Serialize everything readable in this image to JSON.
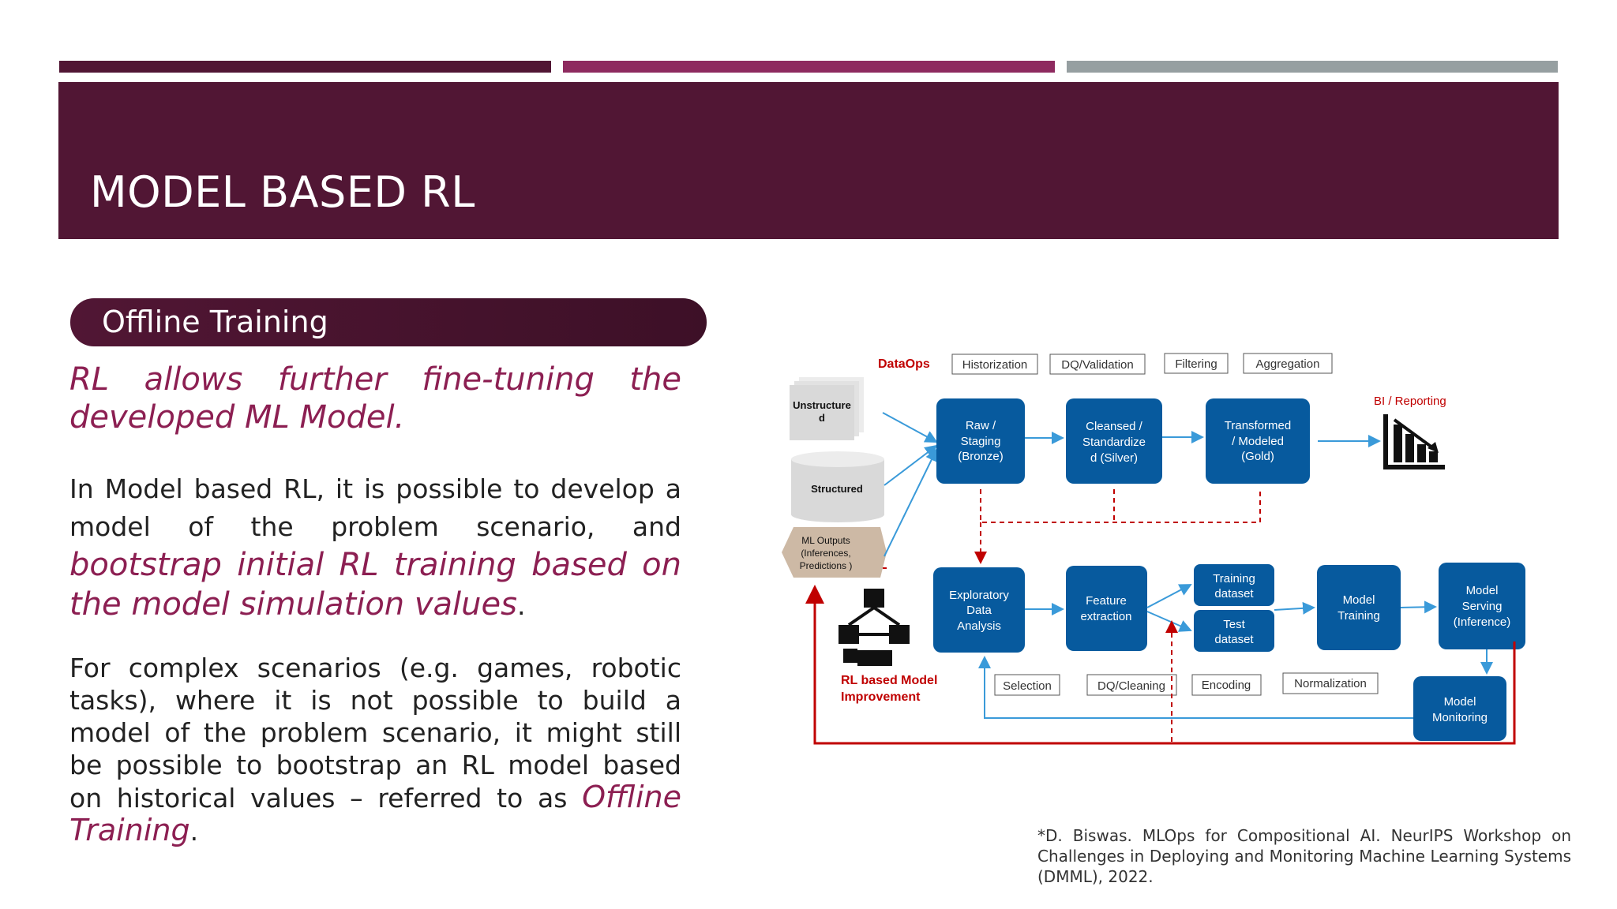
{
  "slide": {
    "title": "MODEL BASED RL",
    "section_label": "Offline Training",
    "paragraph1_highlight": "RL allows further fine-tuning the developed ML Model.",
    "paragraph2": {
      "plain": "In Model based RL, it is possible to develop a model of the problem scenario, and ",
      "highlight": "bootstrap initial RL training based on the model simulation values",
      "end": "."
    },
    "paragraph3": {
      "plain": "For complex scenarios (e.g. games, robotic tasks), where it is not possible to build a model of the problem scenario, it might still be possible to bootstrap an RL model based on historical values – referred to as ",
      "highlight": "Offline Training",
      "end": "."
    },
    "citation": "*D. Biswas. MLOps for Compositional AI. NeurIPS Workshop on Challenges in Deploying and Monitoring Machine Learning Systems (DMML), 2022."
  },
  "diagram": {
    "dataops_label": "DataOps",
    "dataops_steps": [
      "Historization",
      "DQ/Validation",
      "Filtering",
      "Aggregation"
    ],
    "sources": {
      "unstructured": [
        "Unstructure",
        "d"
      ],
      "structured": "Structured",
      "ml_outputs": [
        "ML Outputs",
        "(Inferences,",
        "Predictions )"
      ]
    },
    "stage_raw": [
      "Raw /",
      "Staging",
      "(Bronze)"
    ],
    "stage_cleansed": [
      "Cleansed /",
      "Standardize",
      "d (Silver)"
    ],
    "stage_transformed": [
      "Transformed",
      "/ Modeled",
      "(Gold)"
    ],
    "bi_reporting": "BI / Reporting",
    "eda": [
      "Exploratory",
      "Data",
      "Analysis"
    ],
    "feature_extraction": [
      "Feature",
      "extraction"
    ],
    "training_dataset": [
      "Training",
      "dataset"
    ],
    "test_dataset": [
      "Test",
      "dataset"
    ],
    "model_training": [
      "Model",
      "Training"
    ],
    "model_serving": [
      "Model",
      "Serving",
      "(Inference)"
    ],
    "model_monitoring": [
      "Model",
      "Monitoring"
    ],
    "rl_improvement": [
      "RL based Model",
      "Improvement"
    ],
    "prep_steps": [
      "Selection",
      "DQ/Cleaning",
      "Encoding",
      "Normalization"
    ],
    "colors": {
      "node_fill": "#075a9e",
      "red": "#c00000",
      "blue_line": "#3a9ad9",
      "maroon": "#511634",
      "highlight_text": "#8c1f52"
    }
  }
}
